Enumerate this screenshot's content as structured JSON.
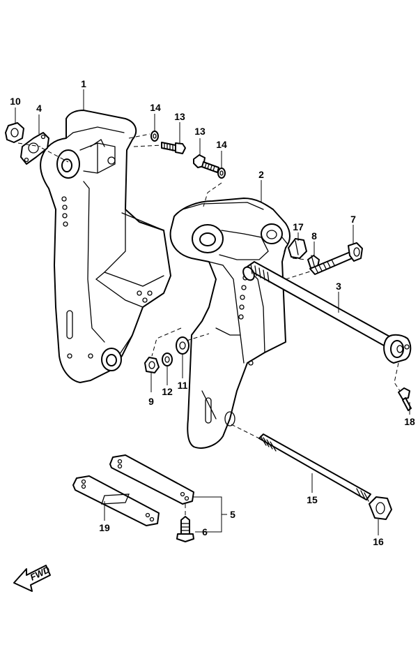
{
  "callouts": {
    "p1": "1",
    "p2": "2",
    "p3": "3",
    "p4": "4",
    "p5": "5",
    "p6": "6",
    "p7": "7",
    "p8": "8",
    "p9": "9",
    "p10": "10",
    "p11": "11",
    "p12": "12",
    "p13a": "13",
    "p13b": "13",
    "p14a": "14",
    "p14b": "14",
    "p15": "15",
    "p16": "16",
    "p17": "17",
    "p18": "18",
    "p19": "19"
  },
  "direction_badge": {
    "label": "FWD"
  }
}
